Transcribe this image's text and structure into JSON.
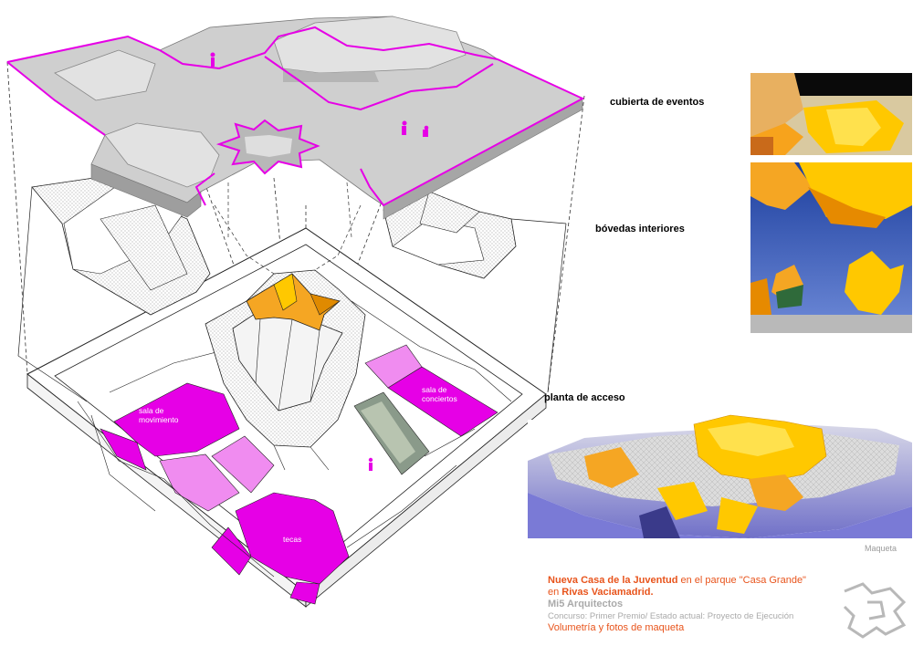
{
  "layers": {
    "roof": "cubierta de eventos",
    "vaults": "bóvedas interiores",
    "ground": "planta de acceso"
  },
  "rooms": {
    "movement_line1": "sala de",
    "movement_line2": "movimiento",
    "concerts_line1": "sala de",
    "concerts_line2": "conciertos",
    "tecas": "tecas"
  },
  "photo_label": "Maqueta",
  "caption": {
    "title_a": "Nueva Casa de la Juventud",
    "title_b": " en el parque \"Casa Grande\"",
    "title_c": "en ",
    "title_d": "Rivas Vaciamadrid.",
    "architects": "Mi5 Arquitectos",
    "status": "Concurso: Primer Premio/ Estado actual: Proyecto de Ejecución",
    "subtitle": "Volumetría y fotos de maqueta"
  },
  "colors": {
    "magenta": "#e600e6",
    "light_magenta": "#f08cf0",
    "orange": "#f5a623",
    "yellow": "#ffc800",
    "caption_orange": "#e8541c",
    "slab_gray": "#c9c9c9"
  }
}
